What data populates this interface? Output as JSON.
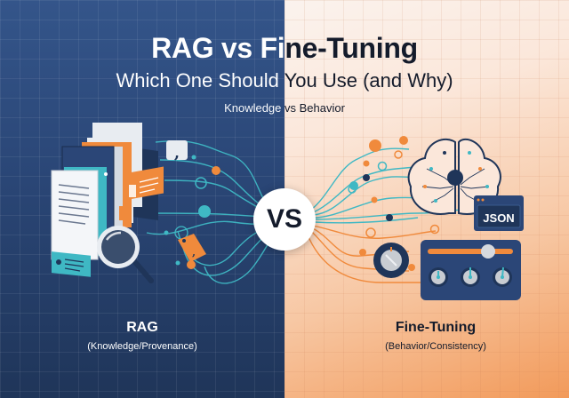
{
  "header": {
    "title": "RAG vs Fine-Tuning",
    "subtitle": "Which One Should You Use (and Why)",
    "tagline": "Knowledge vs Behavior"
  },
  "center": {
    "vs_label": "VS"
  },
  "left_panel": {
    "title": "RAG",
    "subtitle": "(Knowledge/Provenance)",
    "icons": [
      "document-stack-icon",
      "magnifying-glass-icon",
      "quote-icon",
      "tag-icon",
      "id-card-icon"
    ]
  },
  "right_panel": {
    "title": "Fine-Tuning",
    "subtitle": "(Behavior/Consistency)",
    "json_badge": "JSON",
    "icons": [
      "brain-icon",
      "json-window-icon",
      "knob-icon",
      "mixer-panel-icon"
    ]
  },
  "colors": {
    "left_bg": "#2a4676",
    "right_bg": "#f7c7a3",
    "accent_orange": "#f08a3c",
    "accent_teal": "#3fb8c4",
    "navy": "#1f3559",
    "dark_text": "#141b2b"
  }
}
